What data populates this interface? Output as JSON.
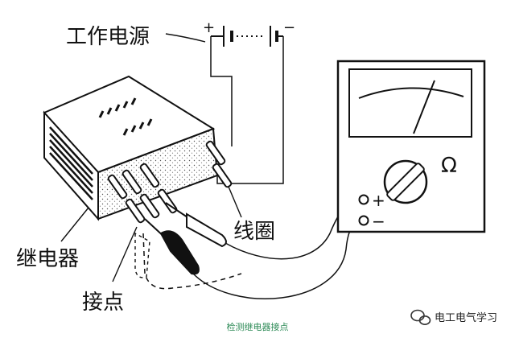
{
  "labels": {
    "power_source": "工作电源",
    "coil": "线圈",
    "relay": "继电器",
    "contacts": "接点"
  },
  "battery": {
    "plus": "+",
    "minus": "−",
    "cells": "┃┃·····┃┃"
  },
  "meter": {
    "ohm_symbol": "Ω",
    "plus_terminal": "+",
    "minus_terminal": "−"
  },
  "caption": "检测继电器接点",
  "watermark": "电工电气学习"
}
